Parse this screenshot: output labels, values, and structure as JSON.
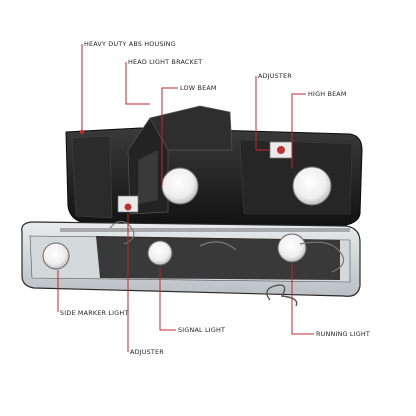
{
  "labels": {
    "housing": "HEAVY DUTY ABS HOUSING",
    "bracket": "HEAD LIGHT BRACKET",
    "low_beam": "LOW BEAM",
    "adjuster_top": "ADJUSTER",
    "high_beam": "HIGH BEAM",
    "side_marker": "SIDE MARKER LIGHT",
    "signal": "SIGNAL LIGHT",
    "running": "RUNNING LIGHT",
    "adjuster_bottom": "ADJUSTER"
  },
  "colors": {
    "leader_line": "#c1272d",
    "housing": "#1c1c1c",
    "background": "#ffffff"
  }
}
